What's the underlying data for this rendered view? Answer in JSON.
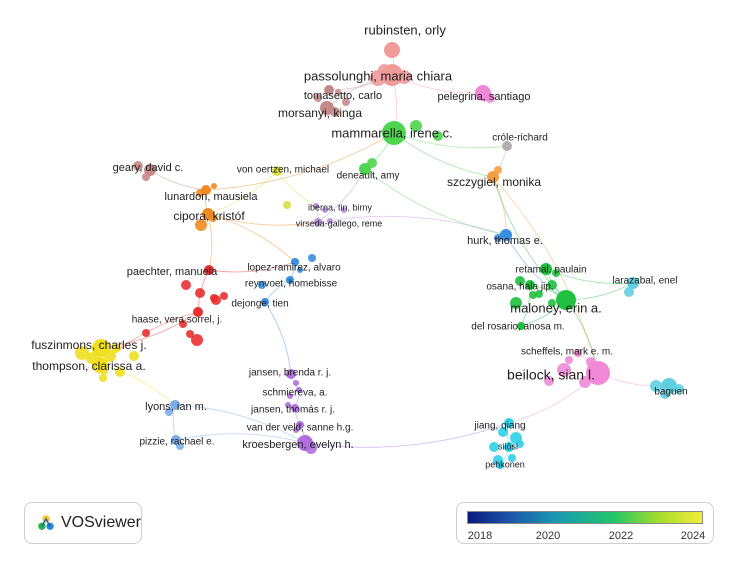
{
  "map": {
    "nodes": [
      {
        "label": "rubinsten, orly",
        "color": "#f09a9a"
      },
      {
        "label": "passolunghi, maria chiara",
        "color": "#f09a9a"
      },
      {
        "label": "tomasetto, carlo",
        "color": "#c48a8a"
      },
      {
        "label": "morsanyi, kinga",
        "color": "#c48a8a"
      },
      {
        "label": "pelegrina, santiago",
        "color": "#f08ad8"
      },
      {
        "label": "mammarella, irene c.",
        "color": "#4ed44e"
      },
      {
        "label": "cróle-richard",
        "color": "#b0b0b0"
      },
      {
        "label": "geary, david c.",
        "color": "#c48a8a"
      },
      {
        "label": "von oertzen, michael",
        "color": "#d8e040"
      },
      {
        "label": "deneault, amy",
        "color": "#4ed44e"
      },
      {
        "label": "szczygiel, monika",
        "color": "#f5a040"
      },
      {
        "label": "lunardon, mausiela",
        "color": "#f08a20"
      },
      {
        "label": "cipora, kristóf",
        "color": "#f08a20"
      },
      {
        "label": "iberna, tin, birny",
        "color": "#b890e0"
      },
      {
        "label": "virseda-gallego, reme",
        "color": "#b890e0"
      },
      {
        "label": "hurk, thomas e.",
        "color": "#3a8ee0"
      },
      {
        "label": "paechter, manuela",
        "color": "#e83030"
      },
      {
        "label": "lopez-ramirez, alvaro",
        "color": "#3a8ee0"
      },
      {
        "label": "reynvoet, homebisse",
        "color": "#3a8ee0"
      },
      {
        "label": "retamal, paulain",
        "color": "#20c040"
      },
      {
        "label": "larazabal, enel",
        "color": "#60d0e0"
      },
      {
        "label": "osana, hala jip.",
        "color": "#20c040"
      },
      {
        "label": "dejonge, tien",
        "color": "#3a8ee0"
      },
      {
        "label": "maloney, erin a.",
        "color": "#20c040"
      },
      {
        "label": "haase, vera sorrel, j.",
        "color": "#e83030"
      },
      {
        "label": "del rosario, anosa m.",
        "color": "#20c040"
      },
      {
        "label": "fuszinmons, charles j.",
        "color": "#f0e020"
      },
      {
        "label": "scheffels, mark e. m.",
        "color": "#f08ad8"
      },
      {
        "label": "beilock, sian l.",
        "color": "#f08ad8"
      },
      {
        "label": "thompson, clarissa a.",
        "color": "#f0e020"
      },
      {
        "label": "jansen, brenda r. j.",
        "color": "#b070e0"
      },
      {
        "label": "schmiereva, a.",
        "color": "#b070e0"
      },
      {
        "label": "baguen",
        "color": "#60d0e0"
      },
      {
        "label": "lyons, ian m.",
        "color": "#7aaee8"
      },
      {
        "label": "jansen, thomás r. j.",
        "color": "#b070e0"
      },
      {
        "label": "jiang, qiang",
        "color": "#30d0e8"
      },
      {
        "label": "van der veld, sanne h.g.",
        "color": "#b070e0"
      },
      {
        "label": "pizzie, rachael e.",
        "color": "#7aaee8"
      },
      {
        "label": "kroesbergen, evelyn h.",
        "color": "#b070e0"
      },
      {
        "label": "siiósi",
        "color": "#30d0e8"
      },
      {
        "label": "pehkonen",
        "color": "#30d0e8"
      }
    ]
  },
  "logo": {
    "text": "VOSviewer"
  },
  "legend": {
    "ticks": [
      "2018",
      "2020",
      "2022",
      "2024"
    ],
    "colors": [
      "#0b1a7c",
      "#1d56a8",
      "#1a9ab0",
      "#22c56a",
      "#a8de2a",
      "#f4ec3a"
    ]
  }
}
